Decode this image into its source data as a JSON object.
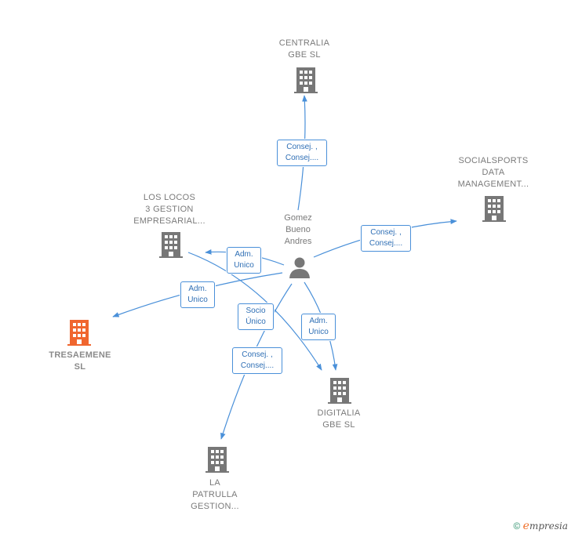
{
  "person": {
    "name": "Gomez\nBueno\nAndres",
    "icon": "person-icon"
  },
  "companies": {
    "centralia": {
      "label": "CENTRALIA\nGBE  SL",
      "icon": "building-icon",
      "color": "#777777"
    },
    "socialsports": {
      "label": "SOCIALSPORTS\nDATA\nMANAGEMENT...",
      "icon": "building-icon",
      "color": "#777777"
    },
    "loslocos": {
      "label": "LOS LOCOS\n3 GESTION\nEMPRESARIAL...",
      "icon": "building-icon",
      "color": "#777777"
    },
    "tresaemene": {
      "label": "TRESAEMENE\nSL",
      "icon": "building-icon",
      "color": "#f0662f"
    },
    "digitalia": {
      "label": "DIGITALIA\nGBE  SL",
      "icon": "building-icon",
      "color": "#777777"
    },
    "lapatrulla": {
      "label": "LA\nPATRULLA\nGESTION...",
      "icon": "building-icon",
      "color": "#777777"
    }
  },
  "relations": {
    "centralia": "Consej. ,\nConsej....",
    "socialsports": "Consej. ,\nConsej....",
    "loslocos": "Adm.\nUnico",
    "tresaemene": "Adm.\nUnico",
    "socio": "Socio\nÚnico",
    "digitalia": "Adm.\nUnico",
    "lapatrulla": "Consej. ,\nConsej...."
  },
  "footer": {
    "copyright": "©",
    "brand_e": "e",
    "brand_rest": "mpresia"
  },
  "colors": {
    "edge": "#4a90d9",
    "building": "#777777",
    "focus": "#f0662f"
  }
}
